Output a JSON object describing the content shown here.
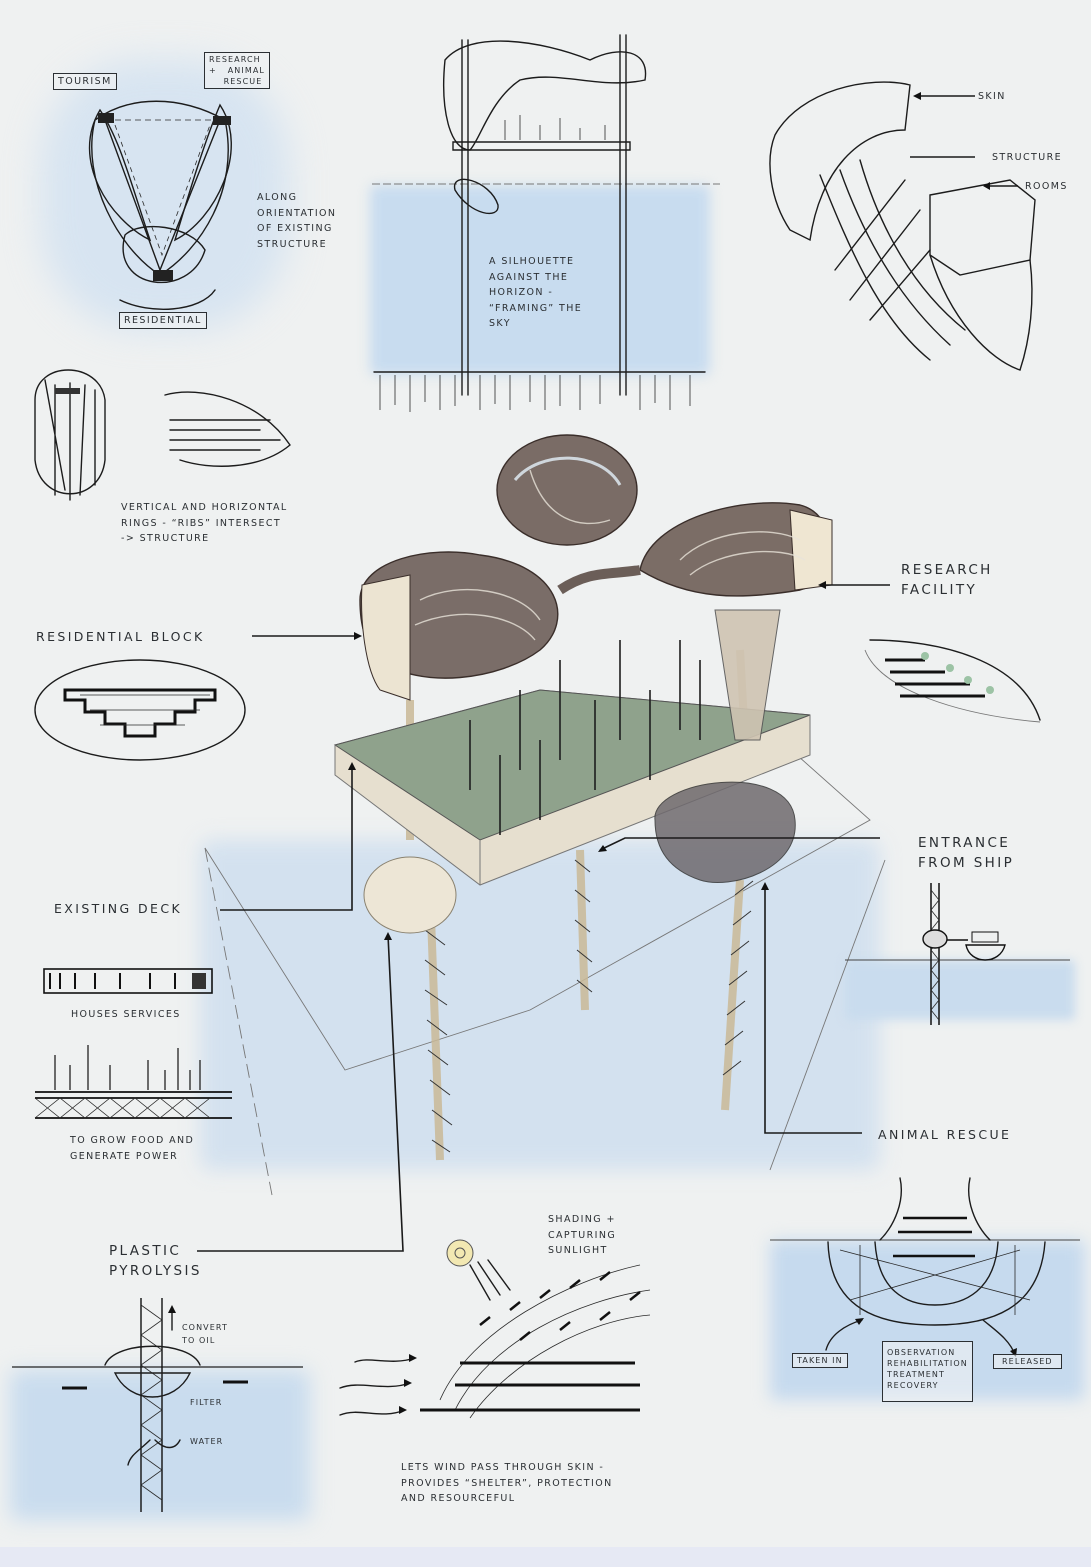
{
  "sheet": {
    "background": "#eff1f1",
    "water_wash": "#c9dcee",
    "bottom_strip": "#e6e9f4"
  },
  "zoning_sketch": {
    "tourism": "TOURISM",
    "research_rescue": "RESEARCH\n+   ANIMAL\n    RESCUE",
    "residential": "RESIDENTIAL",
    "note": "ALONG\nORIENTATION\nOF EXISTING\nSTRUCTURE"
  },
  "silhouette_sketch": {
    "note": "A SILHOUETTE\nAGAINST THE\nHORIZON -\n“FRAMING” THE\nSKY"
  },
  "skin_sketch": {
    "skin": "SKIN",
    "structure": "STRUCTURE",
    "rooms": "ROOMS"
  },
  "ribs_sketch": {
    "note": "VERTICAL AND HORIZONTAL\nRINGS - “RIBS” INTERSECT\n-> STRUCTURE"
  },
  "main_callouts": {
    "residential_block": "RESIDENTIAL BLOCK",
    "research_facility": "RESEARCH\nFACILITY",
    "existing_deck": "EXISTING DECK",
    "entrance_from_ship": "ENTRANCE\nFROM SHIP",
    "animal_rescue": "ANIMAL RESCUE",
    "plastic_pyrolysis": "PLASTIC\nPYROLYSIS"
  },
  "deck_sketches": {
    "houses_services": "HOUSES SERVICES",
    "grow_food": "TO GROW FOOD AND\nGENERATE POWER"
  },
  "pyrolysis_sketch": {
    "convert": "CONVERT\nTO OIL",
    "filter": "FILTER",
    "water": "WATER"
  },
  "skin_section_sketch": {
    "shading": "SHADING +\nCAPTURING\nSUNLIGHT",
    "wind_note": "LETS WIND PASS THROUGH SKIN -\nPROVIDES “SHELTER”, PROTECTION\nAND RESOURCEFUL"
  },
  "rescue_sketch": {
    "taken_in": "TAKEN IN",
    "process": "OBSERVATION\nREHABILITATION\nTREATMENT\nRECOVERY",
    "released": "RELEASED"
  }
}
